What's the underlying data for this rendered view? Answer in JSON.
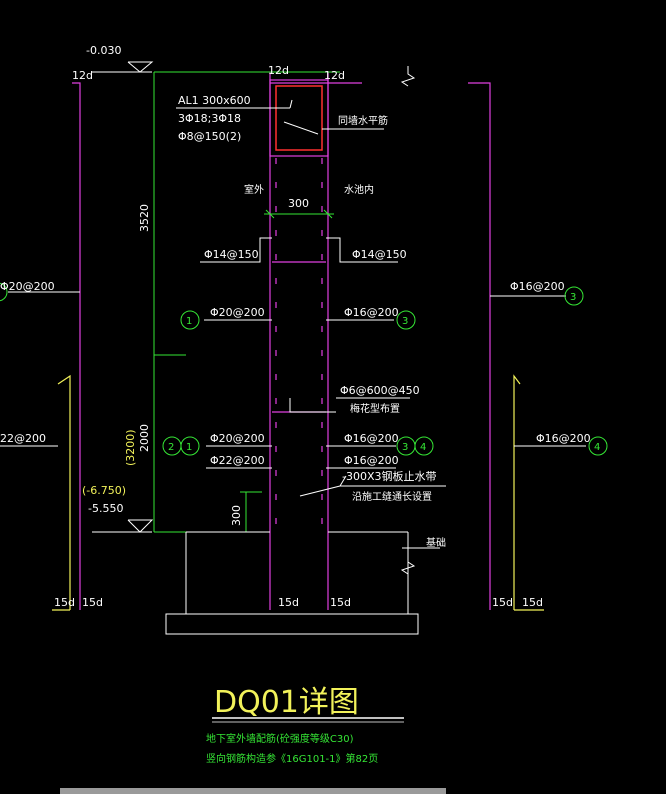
{
  "drawing": {
    "title": "DQ01详图",
    "note_line1": "地下室外墙配筋(砼强度等级C30)",
    "note_line2": "竖向钢筋构造参《16G101-1》第82页"
  },
  "levels": {
    "top": "-0.030",
    "bottom": "-5.550",
    "bottom_alt": "(-6.750)"
  },
  "dims": {
    "height_upper": "3520",
    "height_lower": "2000",
    "height_lower_alt": "(3200)",
    "wall_thickness": "300",
    "bottom_offset": "300"
  },
  "beam": {
    "name": "AL1 300x600",
    "top_bottom_bars": "3Φ18;3Φ18",
    "stirrups": "Φ8@150(2)",
    "side_note": "同墙水平筋"
  },
  "labels": {
    "outside": "室外",
    "inside": "水池内",
    "tie_bars": "Φ6@600@450",
    "tie_pattern": "梅花型布置",
    "waterstop": "-300X3钢板止水带",
    "waterstop_note": "沿施工缝通长设置",
    "foundation": "基础"
  },
  "anchor": {
    "l12d_a": "12d",
    "l12d_b": "12d",
    "l12d_c": "12d",
    "l15d_a": "15d",
    "l15d_b": "15d",
    "l15d_c": "15d",
    "l15d_d": "15d",
    "l15d_e": "15d",
    "l15d_f": "15d"
  },
  "rebar": {
    "top_left": "Φ14@150",
    "top_right": "Φ14@150",
    "mid_left": "Φ20@200",
    "mid_right": "Φ16@200",
    "low_left_1": "Φ20@200",
    "low_left_2": "Φ22@200",
    "low_right_1": "Φ16@200",
    "low_right_2": "Φ16@200",
    "far_left_upper": "Φ20@200",
    "far_left_lower": "22@200",
    "far_right_upper": "Φ16@200",
    "far_right_lower": "Φ16@200"
  },
  "markers": {
    "m1": "1",
    "m2": "2",
    "m3": "3",
    "m4": "4"
  },
  "colors": {
    "background": "#000000",
    "magenta": "#e040e0",
    "green": "#35e635",
    "yellow": "#f2f25a",
    "red": "#ff3030",
    "white": "#ffffff"
  }
}
